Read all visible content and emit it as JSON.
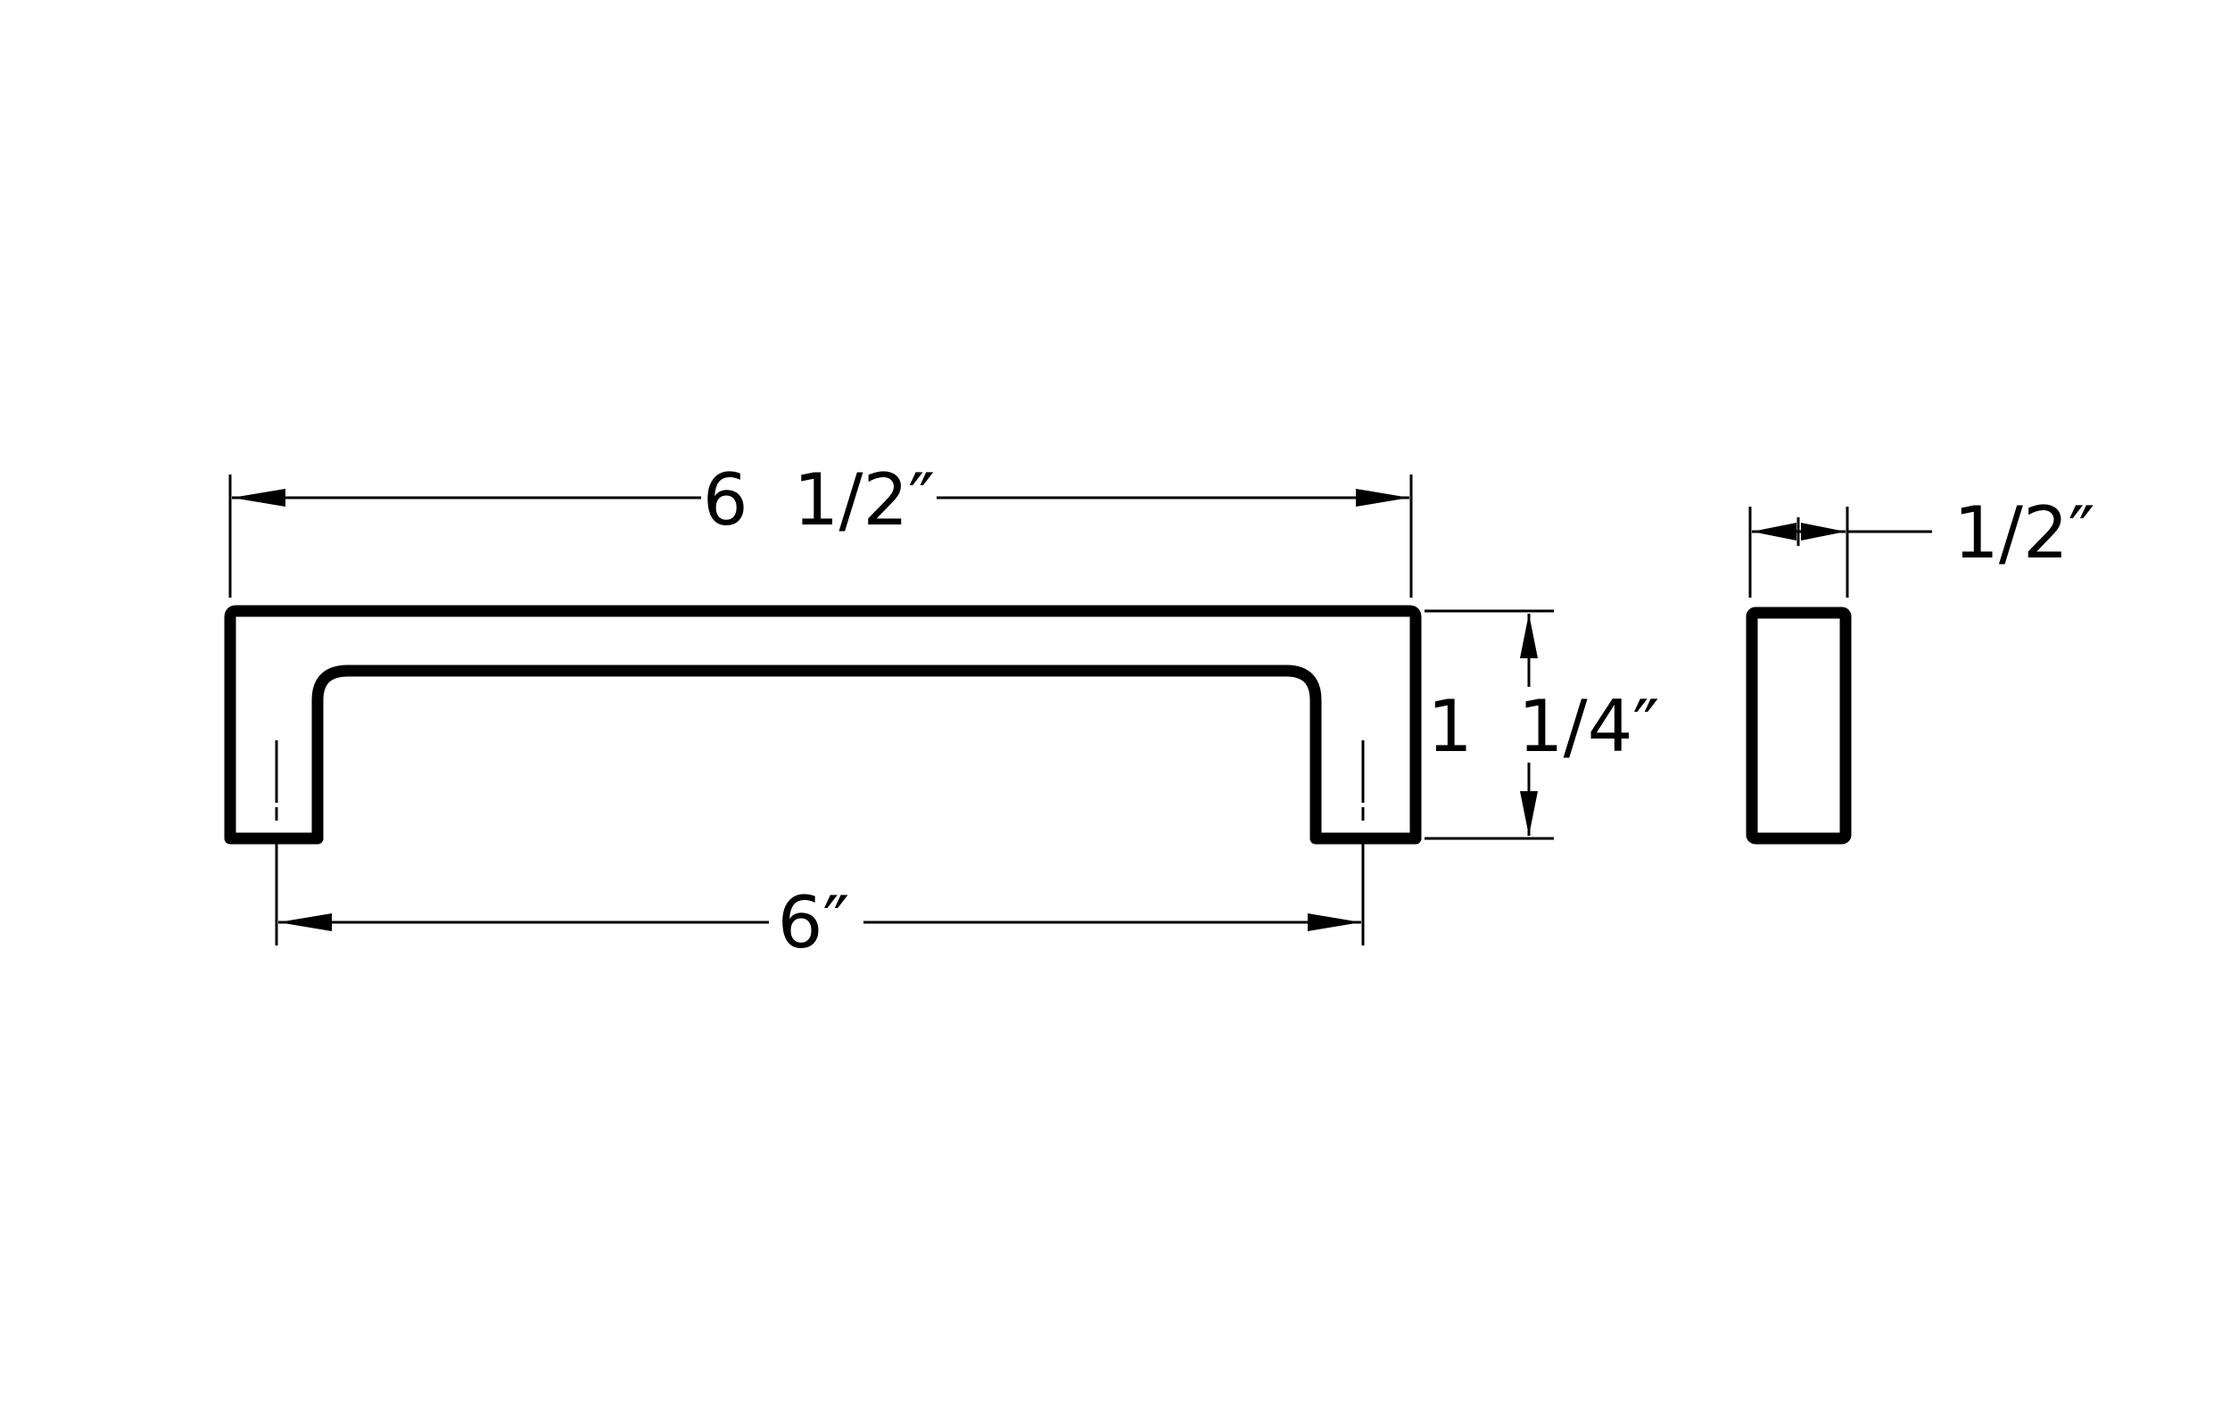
{
  "drawing": {
    "ink_color": "#000000",
    "background_color": "#ffffff",
    "dimensions": {
      "overall_length": "6  1/2″",
      "center_to_center": "6″",
      "projection": "1  1/4″",
      "bar_width": "1/2″"
    }
  }
}
